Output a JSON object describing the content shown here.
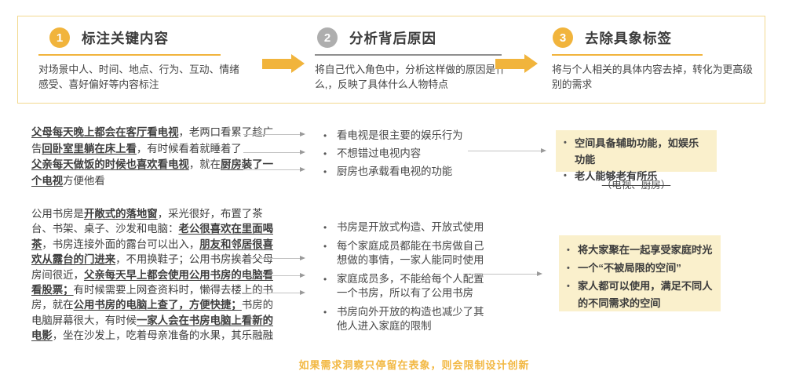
{
  "colors": {
    "accent_yellow": "#f1b43c",
    "step2_gray": "#aeaeae",
    "insight_box_bg": "#faf0cc",
    "panel_border": "#f2d98f",
    "footer_note": "#f2b843",
    "connector_gray": "#9a9a9a"
  },
  "icons": {
    "flow_arrow": "yellow-block-arrow-right",
    "connector": "gray-line-arrow-right"
  },
  "process": {
    "steps": [
      {
        "num": "1",
        "title": "标注关键内容",
        "desc": "对场景中人、时间、地点、行为、互动、情绪感受、喜好偏好等内容标注"
      },
      {
        "num": "2",
        "title": "分析背后原因",
        "desc": "将自己代入角色中，分析这样做的原因是什么,，反映了具体什么人物特点"
      },
      {
        "num": "3",
        "title": "去除具象标签",
        "desc": "将与个人相关的具体内容去掉，转化为更高级别的需求"
      }
    ]
  },
  "rows": [
    {
      "story": [
        [
          {
            "t": "父母每天晚上都会在客厅看电视",
            "hl": true
          },
          {
            "t": "，老两口看累了趁广告",
            "hl": false
          },
          {
            "t": "回卧室里躺在床上看",
            "hl": true
          },
          {
            "t": "，有时候看着就睡着了",
            "hl": false
          }
        ],
        [
          {
            "t": "父亲每天做饭的时候也喜欢看电视",
            "hl": true
          },
          {
            "t": "，就在",
            "hl": false
          },
          {
            "t": "厨房装了一个电视",
            "hl": true
          },
          {
            "t": "方便他看",
            "hl": false
          }
        ]
      ],
      "analysis": [
        "看电视是很主要的娱乐行为",
        "不想错过电视内容",
        "厨房也承载看电视的功能"
      ],
      "needs": [
        "空间具备辅助功能，如娱乐功能",
        "老人能够老有所乐"
      ],
      "removed_labels": "（电视、厨房）"
    },
    {
      "story": [
        [
          {
            "t": "公用书房是",
            "hl": false
          },
          {
            "t": "开敞式的落地窗",
            "hl": true
          },
          {
            "t": "，采光很好，布置了茶台、书架、桌子、沙发和电脑：",
            "hl": false
          },
          {
            "t": "老公很喜欢在里面喝茶",
            "hl": true
          },
          {
            "t": "，书房连接外面的露台可以出入，",
            "hl": false
          },
          {
            "t": "朋友和邻居很喜欢从露台的门进来",
            "hl": true
          },
          {
            "t": "，不用换鞋子；公用书房挨着父母房间很近，",
            "hl": false
          },
          {
            "t": "父亲每天早上都会使用公用书房的电脑看看股票；",
            "hl": true
          },
          {
            "t": "有时候需要上网查资料时，懒得去楼上的书房，就在",
            "hl": false
          },
          {
            "t": "公用书房的电脑上查了，方便快捷；",
            "hl": true
          },
          {
            "t": "书房的电脑屏幕很大，有时候",
            "hl": false
          },
          {
            "t": "一家人会在书房电脑上看新的电影",
            "hl": true
          },
          {
            "t": "，坐在沙发上，吃着母亲准备的水果，其乐融融",
            "hl": false
          }
        ]
      ],
      "analysis": [
        "书房是开放式构造、开放式使用",
        "每个家庭成员都能在书房做自己想做的事情，一家人能同时使用",
        "家庭成员多，不能给每个人配置一个书房，所以有了公用书房",
        "书房向外开放的构造也减少了其他人进入家庭的限制"
      ],
      "needs": [
        "将大家聚在一起享受家庭时光",
        "一个“不被局限的空间”",
        "家人都可以使用，满足不同人的不同需求的空间"
      ]
    }
  ],
  "footer": {
    "note": "如果需求洞察只停留在表象，则会限制设计创新"
  }
}
